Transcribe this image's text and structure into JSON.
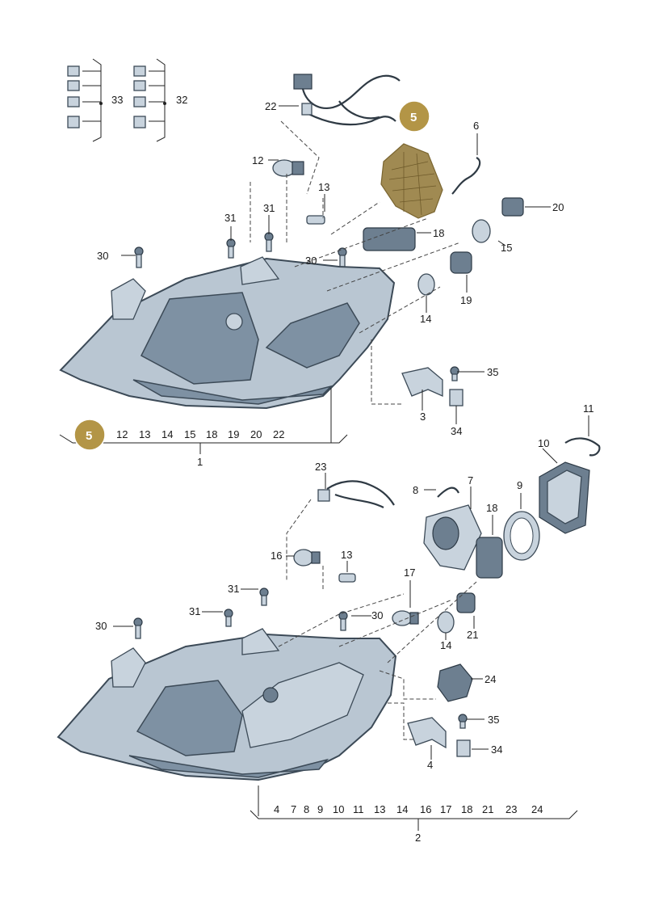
{
  "highlight": {
    "color": "#b39546",
    "label": "5"
  },
  "labels": {
    "l33": "33",
    "l32": "32",
    "l22": "22",
    "l12": "12",
    "l13a": "13",
    "l6": "6",
    "l20": "20",
    "l31a": "31",
    "l31b": "31",
    "l18a": "18",
    "l15": "15",
    "l30a": "30",
    "l30b": "30",
    "l19": "19",
    "l14a": "14",
    "l35a": "35",
    "l3": "3",
    "l34a": "34",
    "l1": "1",
    "l11": "11",
    "l10": "10",
    "l23": "23",
    "l8": "8",
    "l7": "7",
    "l9": "9",
    "l18b": "18",
    "l16": "16",
    "l13b": "13",
    "l17": "17",
    "l31c": "31",
    "l31d": "31",
    "l30c": "30",
    "l30d": "30",
    "l21": "21",
    "l14b": "14",
    "l24": "24",
    "l35b": "35",
    "l4": "4",
    "l34b": "34",
    "l2": "2"
  },
  "assembly1_list": [
    "12",
    "13",
    "14",
    "15",
    "18",
    "19",
    "20",
    "22"
  ],
  "assembly2_list": [
    "4",
    "7",
    "8",
    "9",
    "10",
    "11",
    "13",
    "14",
    "16",
    "17",
    "18",
    "21",
    "23",
    "24"
  ]
}
